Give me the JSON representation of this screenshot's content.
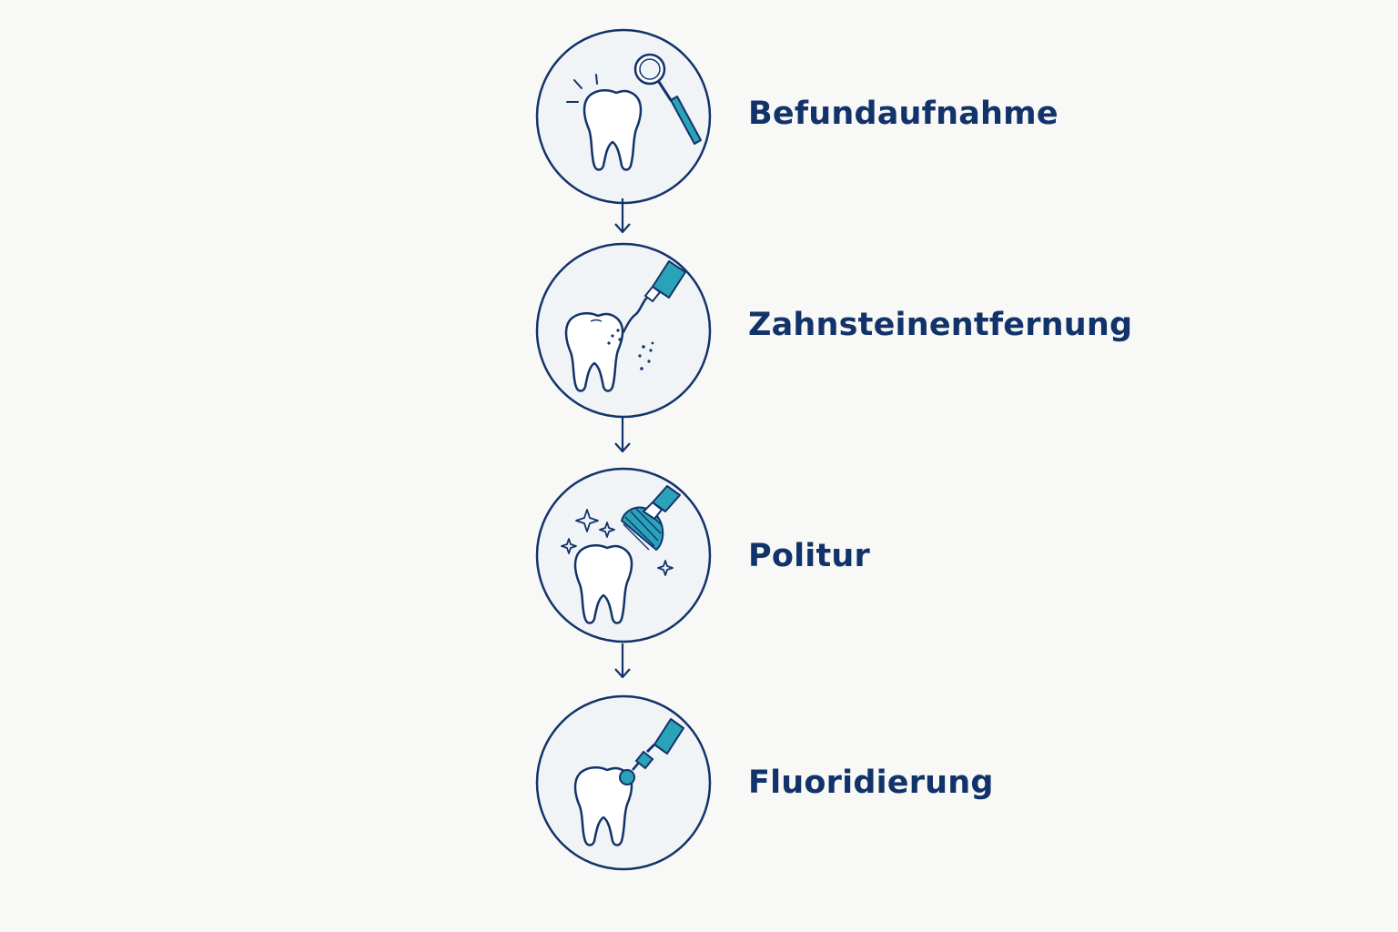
{
  "colors": {
    "background": "#f8f8f6",
    "navy": "#12336a",
    "teal": "#2aa3b8",
    "circle_fill": "#f0f4f7"
  },
  "steps": [
    {
      "label": "Befundaufnahme",
      "icon": "tooth-with-dental-mirror-icon"
    },
    {
      "label": "Zahnsteinentfernung",
      "icon": "tooth-with-scaler-icon"
    },
    {
      "label": "Politur",
      "icon": "tooth-with-polishing-brush-icon"
    },
    {
      "label": "Fluoridierung",
      "icon": "tooth-with-fluoride-applicator-icon"
    }
  ]
}
